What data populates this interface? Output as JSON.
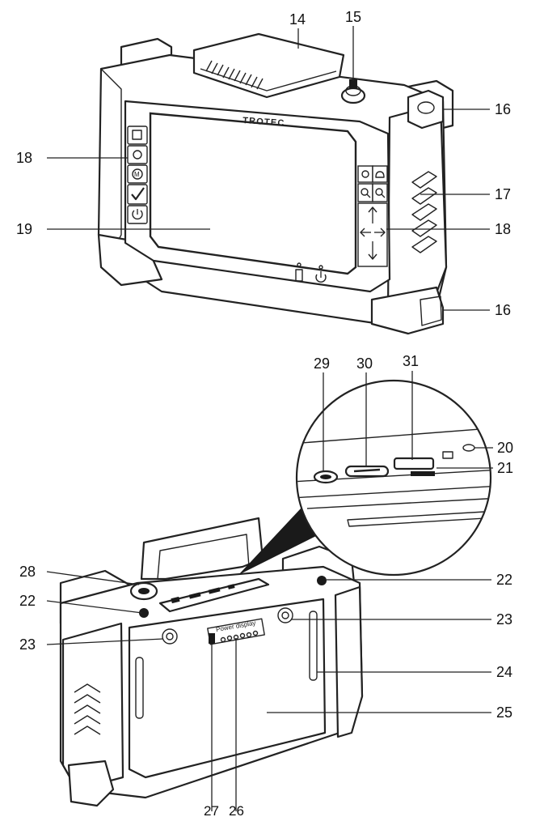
{
  "brand": "TROTEC",
  "back_label": "Power display",
  "callouts": {
    "c14": "14",
    "c15": "15",
    "c16a": "16",
    "c16b": "16",
    "c17": "17",
    "c18a": "18",
    "c18b": "18",
    "c19": "19",
    "c20": "20",
    "c21": "21",
    "c22a": "22",
    "c22b": "22",
    "c23a": "23",
    "c23b": "23",
    "c24": "24",
    "c25": "25",
    "c26": "26",
    "c27": "27",
    "c28": "28",
    "c29": "29",
    "c30": "30",
    "c31": "31"
  },
  "icons": {
    "left_buttons": [
      "home-icon",
      "camera-icon",
      "m-icon",
      "check-icon",
      "power-icon"
    ],
    "right_buttons": [
      "sun-icon",
      "cloud-icon",
      "zoom-out-icon",
      "zoom-in-icon",
      "arrow-up-icon",
      "arrow-left-icon",
      "arrow-right-icon",
      "arrow-down-icon"
    ],
    "indicators": [
      "battery-icon",
      "power-icon"
    ]
  },
  "colors": {
    "line": "#222222",
    "background": "#ffffff",
    "fill_dark": "#1a1a1a"
  }
}
